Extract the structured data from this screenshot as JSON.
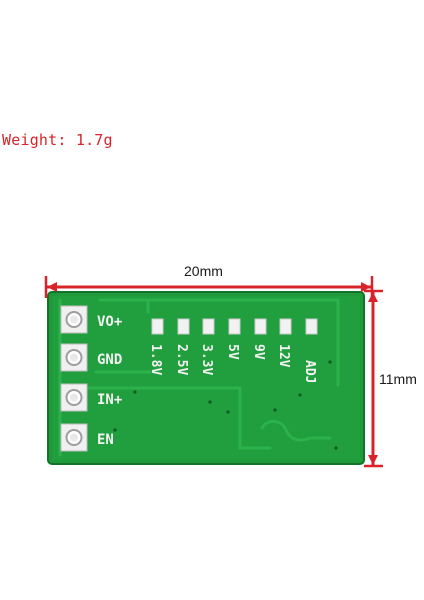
{
  "weight_text": "Weight: 1.7g",
  "dimensions": {
    "width": "20mm",
    "height": "11mm"
  },
  "pins": [
    {
      "label": "VO+"
    },
    {
      "label": "GND"
    },
    {
      "label": "IN+"
    },
    {
      "label": "EN"
    }
  ],
  "voltage_options": [
    "1.8V",
    "2.5V",
    "3.3V",
    "5V",
    "9V",
    "12V",
    "ADJ"
  ],
  "colors": {
    "board": "#1f9a3a",
    "board_dark": "#15722a",
    "trace": "#2cb24a",
    "silkscreen": "#f2f2f2",
    "dimension_line": "#d8232a",
    "weight_text": "#d8232a"
  }
}
